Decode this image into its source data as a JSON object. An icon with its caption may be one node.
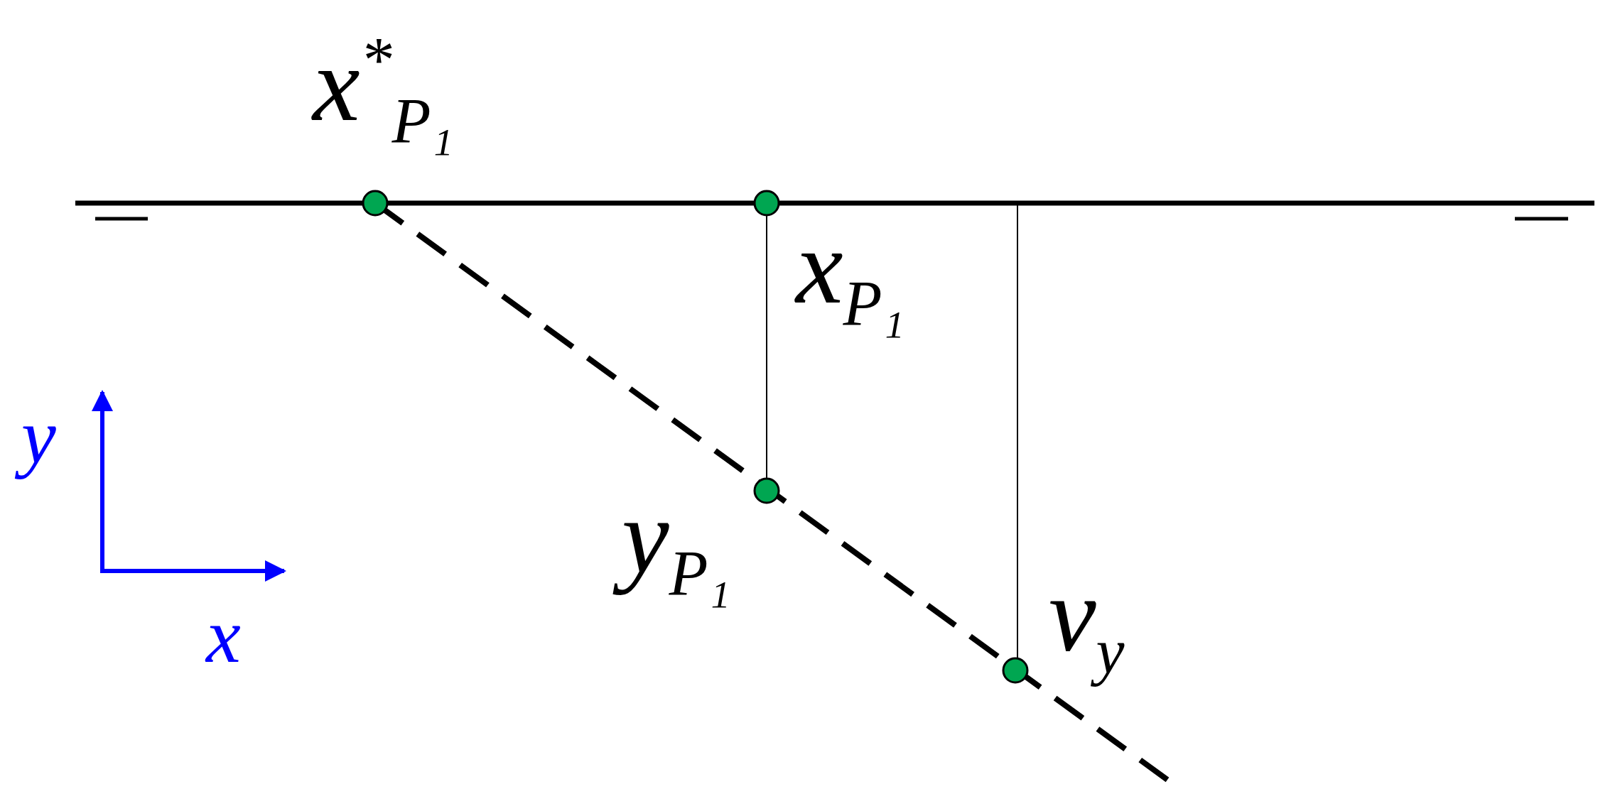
{
  "diagram": {
    "labels": [
      "x$^{*}$$_{P₁}$",
      "x$_{P₁}$",
      "y$_{P₁}$",
      "v$_{y}$",
      "y",
      "x"
    ]
  }
}
